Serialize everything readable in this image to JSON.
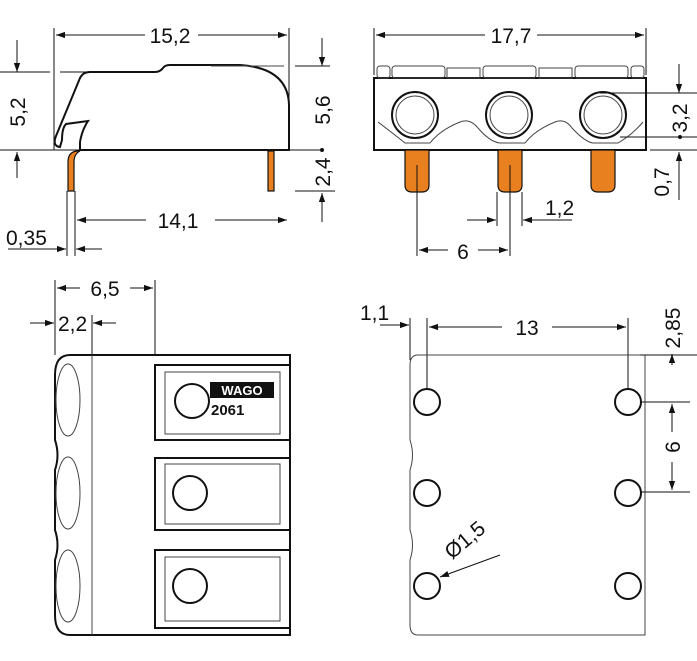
{
  "colors": {
    "pin": "#e8801f",
    "line": "#111111"
  },
  "side_view": {
    "width": "15,2",
    "height_left": "5,2",
    "height_right": "5,6",
    "pin_length": "2,4",
    "pin_spacing": "14,1",
    "pin_thickness": "0,35"
  },
  "front_view": {
    "width": "17,7",
    "hole_height": "3,2",
    "offset": "0,7",
    "pin_width": "1,2",
    "pitch": "6"
  },
  "top_view": {
    "depth": "6,5",
    "offset": "2,2",
    "logo": "WAGO",
    "part_number": "2061"
  },
  "footprint": {
    "edge_offset": "1,1",
    "hole_spacing_x": "13",
    "edge_offset_y": "2,85",
    "pitch": "6",
    "hole_diameter": "Ø1,5"
  }
}
